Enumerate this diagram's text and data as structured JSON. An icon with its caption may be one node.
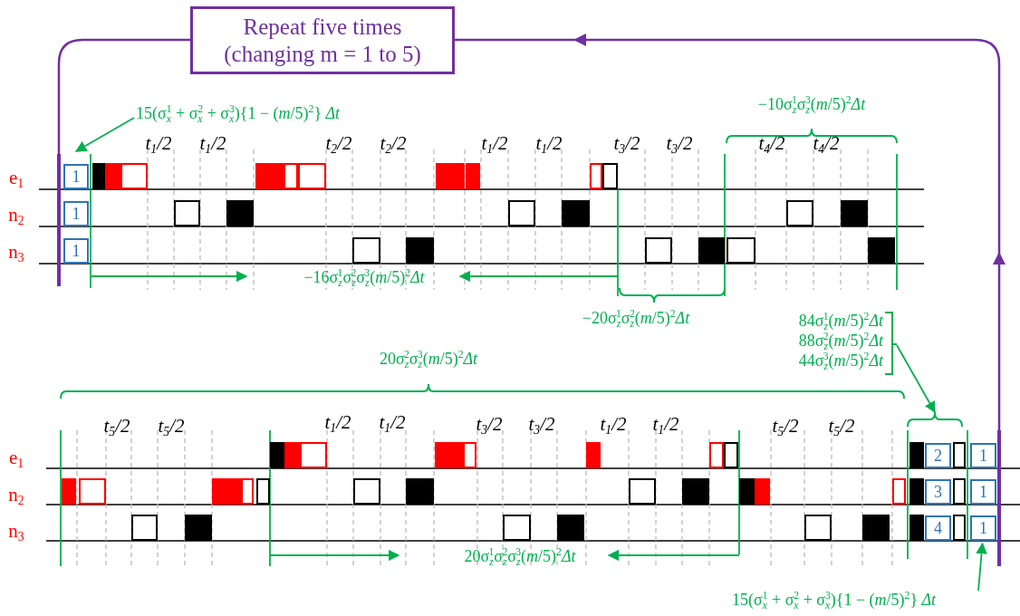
{
  "diagram": {
    "nodes": [
      {
        "text": [
          "Repeat five times (changing m = 1 to 5)"
        ]
      },
      {
        "text": [],
        "shape": "bar"
      },
      {
        "text": [],
        "shape": "bar"
      },
      {
        "text": [
          "1"
        ]
      },
      {
        "text": [
          "1"
        ]
      },
      {
        "text": [
          "1"
        ]
      },
      {
        "text": [
          "2"
        ]
      },
      {
        "text": [
          "3"
        ]
      },
      {
        "text": [
          "4"
        ]
      },
      {
        "text": [
          "1"
        ]
      },
      {
        "text": [
          "1"
        ]
      },
      {
        "text": [
          "1"
        ]
      },
      {
        "text": [
          "15(σ$_{x}$$^{1}$ + σ$_{x}$$^{2}$ + σ$_{x}$$^{3}$){1 − (*m*/5)$^{2}$} *Δt*"
        ]
      },
      {
        "text": [
          "15(σ$_{x}$$^{1}$ + σ$_{x}$$^{2}$ + σ$_{x}$$^{3}$){1 − (*m*/5)$^{2}$} *Δt*"
        ]
      },
      {
        "text": [
          "84σ$_{z}$$^{1}$(*m*/5)$^{2}$*Δt*",
          "88σ$_{z}$$^{2}$(*m*/5)$^{2}$*Δt*",
          "44σ$_{z}$$^{3}$(*m*/5)$^{2}$*Δt*"
        ]
      },
      {
        "text": [],
        "shape": "brace"
      }
    ],
    "edges": [
      {
        "from": 2,
        "to": 0,
        "arrow": "to",
        "color": "#7030a0"
      },
      {
        "from": 0,
        "to": 1,
        "arrow": "none",
        "color": "#7030a0"
      },
      {
        "from": 12,
        "to": 3,
        "arrow": "to"
      },
      {
        "from": 13,
        "to": 11,
        "arrow": "to"
      },
      {
        "from": 14,
        "to": 15,
        "arrow": "to"
      }
    ],
    "labels": [
      "−10σ$_{z}$$^{1}$σ$_{z}$$^{3}$(*m*/5)$^{2}$*Δt*",
      "t$_{1}$/2",
      "t$_{1}$/2",
      "t$_{2}$/2",
      "t$_{2}$/2",
      "t$_{1}$/2",
      "t$_{1}$/2",
      "t$_{3}$/2",
      "t$_{3}$/2",
      "t$_{4}$/2",
      "t$_{4}$/2",
      "e$_{1}$",
      "n$_{2}$",
      "n$_{3}$",
      "−16σ$_{z}$$^{1}$σ$_{z}$$^{2}$σ$_{z}$$^{3}$(*m*/5)$^{2}$*Δt*",
      "−20σ$_{z}$$^{1}$σ$_{z}$$^{2}$(*m*/5)$^{2}$*Δt*",
      "20σ$_{z}$$^{2}$σ$_{z}$$^{3}$(*m*/5)$^{2}$*Δt*",
      "t$_{5}$/2",
      "t$_{5}$/2",
      "t$_{1}$/2",
      "t$_{1}$/2",
      "t$_{3}$/2",
      "t$_{3}$/2",
      "t$_{1}$/2",
      "t$_{1}$/2",
      "t$_{5}$/2",
      "t$_{5}$/2",
      "e$_{1}$",
      "n$_{2}$",
      "n$_{3}$",
      "20σ$_{z}$$^{1}$σ$_{z}$$^{2}$σ$_{z}$$^{3}$(*m*/5)$^{2}$*Δt*"
    ]
  }
}
